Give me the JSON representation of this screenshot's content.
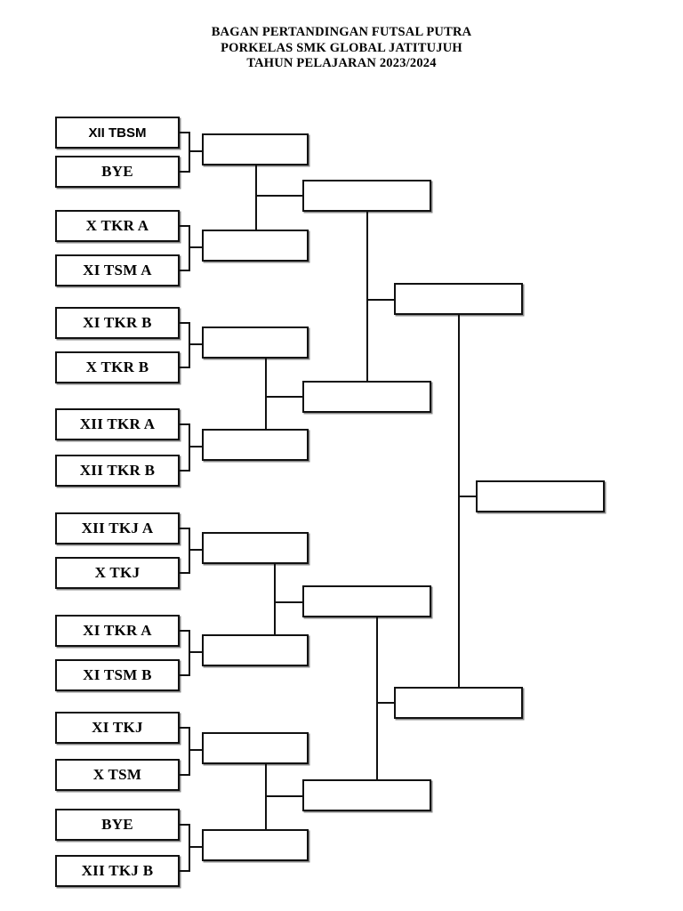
{
  "title": {
    "line1": "BAGAN PERTANDINGAN FUTSAL PUTRA",
    "line2": "PORKELAS SMK GLOBAL JATITUJUH",
    "line3": "TAHUN PELAJARAN 2023/2024"
  },
  "colors": {
    "background": "#ffffff",
    "line": "#111111",
    "text": "#000000",
    "shadow": "#8a8a8a"
  },
  "bracket": {
    "format": "single-elimination",
    "rounds": 5,
    "team_count": 16,
    "bye_count": 2,
    "round1_teams": [
      {
        "label": "XII TBSM",
        "font": "sans"
      },
      {
        "label": "BYE",
        "font": "serif"
      },
      {
        "label": "X TKR A",
        "font": "serif"
      },
      {
        "label": "XI TSM A",
        "font": "serif"
      },
      {
        "label": "XI TKR B",
        "font": "serif"
      },
      {
        "label": "X TKR B",
        "font": "serif"
      },
      {
        "label": "XII TKR A",
        "font": "serif"
      },
      {
        "label": "XII TKR B",
        "font": "serif"
      },
      {
        "label": "XII TKJ A",
        "font": "serif"
      },
      {
        "label": "X TKJ",
        "font": "serif"
      },
      {
        "label": "XI TKR A",
        "font": "serif"
      },
      {
        "label": "XI TSM B",
        "font": "serif"
      },
      {
        "label": "XI TKJ",
        "font": "serif"
      },
      {
        "label": "X TSM",
        "font": "serif"
      },
      {
        "label": "BYE",
        "font": "serif"
      },
      {
        "label": "XII TKJ B",
        "font": "serif"
      }
    ],
    "round2_slots": [
      "",
      "",
      "",
      "",
      "",
      "",
      "",
      ""
    ],
    "round3_slots": [
      "",
      "",
      "",
      ""
    ],
    "round4_slots": [
      "",
      ""
    ],
    "champion_slot": ""
  }
}
